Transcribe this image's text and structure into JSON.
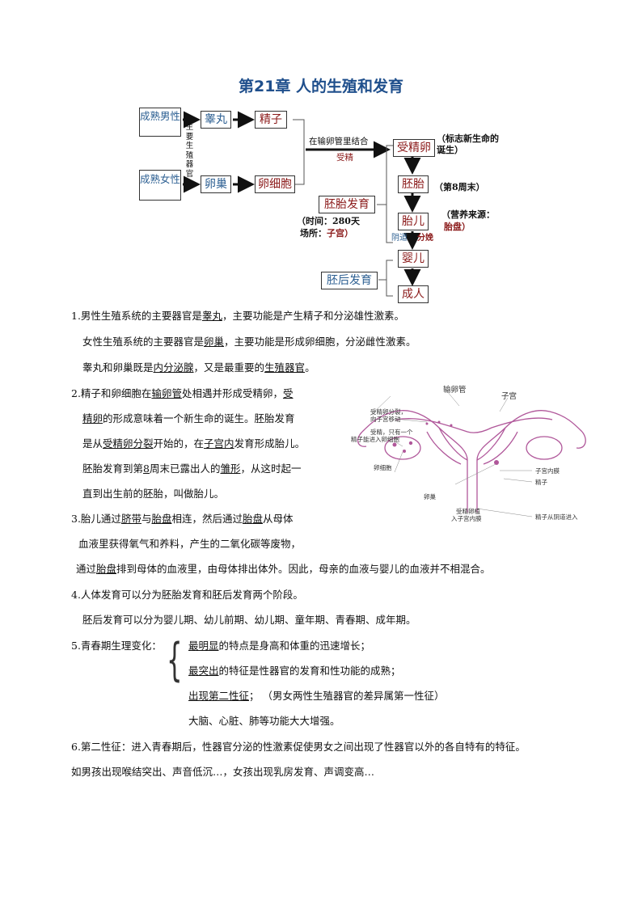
{
  "title": "第21章 人的生殖和发育",
  "diagram": {
    "mature_male": "成熟男性",
    "mature_female": "成熟女性",
    "main_organs": "主要生殖器官",
    "testis": "睾丸",
    "sperm": "精子",
    "ovary": "卵巢",
    "egg": "卵细胞",
    "union_label": "在输卵管里结合",
    "fertilization": "受精",
    "zygote": "受精卵",
    "zygote_note": "（标志新生命的诞生）",
    "embryo": "胚胎",
    "embryo_note": "（第8周末）",
    "embryonic_dev": "胚胎发育",
    "time_label": "（时间：",
    "time_value": "280天",
    "place_label": "场所：",
    "place_value": "子宫）",
    "fetus": "胎儿",
    "nutrition_note": "（营养来源：",
    "nutrition_value": "胎盘）",
    "vagina": "阴道",
    "delivery": "分娩",
    "infant": "婴儿",
    "postembryonic_dev": "胚后发育",
    "adult": "成人"
  },
  "figure": {
    "oviduct": "输卵管",
    "uterus": "子宫",
    "zygote_divide": "受精卵分裂，",
    "zygote_divide2": "向子宫移动",
    "fertilize": "受精，只有一个",
    "fertilize2": "精子能进入卵细胞",
    "egg_cell": "卵细胞",
    "ovary": "卵巢",
    "implant": "受精卵植",
    "implant2": "入子宫内膜",
    "endometrium": "子宫内膜",
    "sperm": "精子",
    "sperm_enter": "精子从阴道进入"
  },
  "p1": {
    "a1": "1.男性生殖系统的主要器官是",
    "a2": "睾丸",
    "a3": "，主要功能是产生精子和分泌雄性激素。",
    "b1": "女性生殖系统的主要器官是",
    "b2": "卵巢",
    "b3": "，主要功能是形成卵细胞，分泌雌性激素。",
    "c1": "睾丸和卵巢既是",
    "c2": "内分泌腺",
    "c3": "，又是最重要的",
    "c4": "生殖器官",
    "c5": "。"
  },
  "p2": {
    "a1": "2.精子和卵细胞在",
    "a2": "输卵管",
    "a3": "处相遇并形成受精卵，",
    "a4": "受",
    "b1": "精卵",
    "b2": "的形成意味着一个新生命的诞生。胚胎发育",
    "c1": "是从",
    "c2": "受精卵分裂",
    "c3": "开始的，在",
    "c4": "子宫内",
    "c5": "发育形成胎儿。",
    "d1": "胚胎发育到第",
    "d2": "8",
    "d3": "周末已露出人的",
    "d4": "雏形",
    "d5": "，从这时起一",
    "e1": "直到出生前的胚胎，叫做胎儿。"
  },
  "p3": {
    "a1": "3.胎儿通过",
    "a2": "脐带",
    "a3": "与",
    "a4": "胎盘",
    "a5": "相连，然后通过",
    "a6": "胎盘",
    "a7": "从母体",
    "b1": "血液里获得氧气和养料，产生的二氧化碳等废物，",
    "c1": "通过",
    "c2": "胎盘",
    "c3": "排到母体的血液里，由母体排出体外。因此，母亲的血液与婴儿的血液并不相混合。"
  },
  "p4": {
    "a": "4.人体发育可以分为胚胎发育和胚后发育两个阶段。",
    "b": "胚后发育可以分为婴儿期、幼儿前期、幼儿期、童年期、青春期、成年期。"
  },
  "p5": {
    "head": "5.青春期生理变化：",
    "l1a": "最明显",
    "l1b": "的特点是身高和体重的迅速增长；",
    "l2a": "最突出",
    "l2b": "的特征是性器官的发育和性功能的成熟；",
    "l3a": "出现第二性征",
    "l3b": "；  （男女两性生殖器官的差异属第一性征）",
    "l4": "大脑、心脏、肺等功能大大增强。"
  },
  "p6": {
    "a": "6.第二性征：进入青春期后，性器官分泌的性激素促使男女之间出现了性器官以外的各自特有的特征。",
    "b": "如男孩出现喉结突出、声音低沉…，女孩出现乳房发育、声调变高…"
  }
}
